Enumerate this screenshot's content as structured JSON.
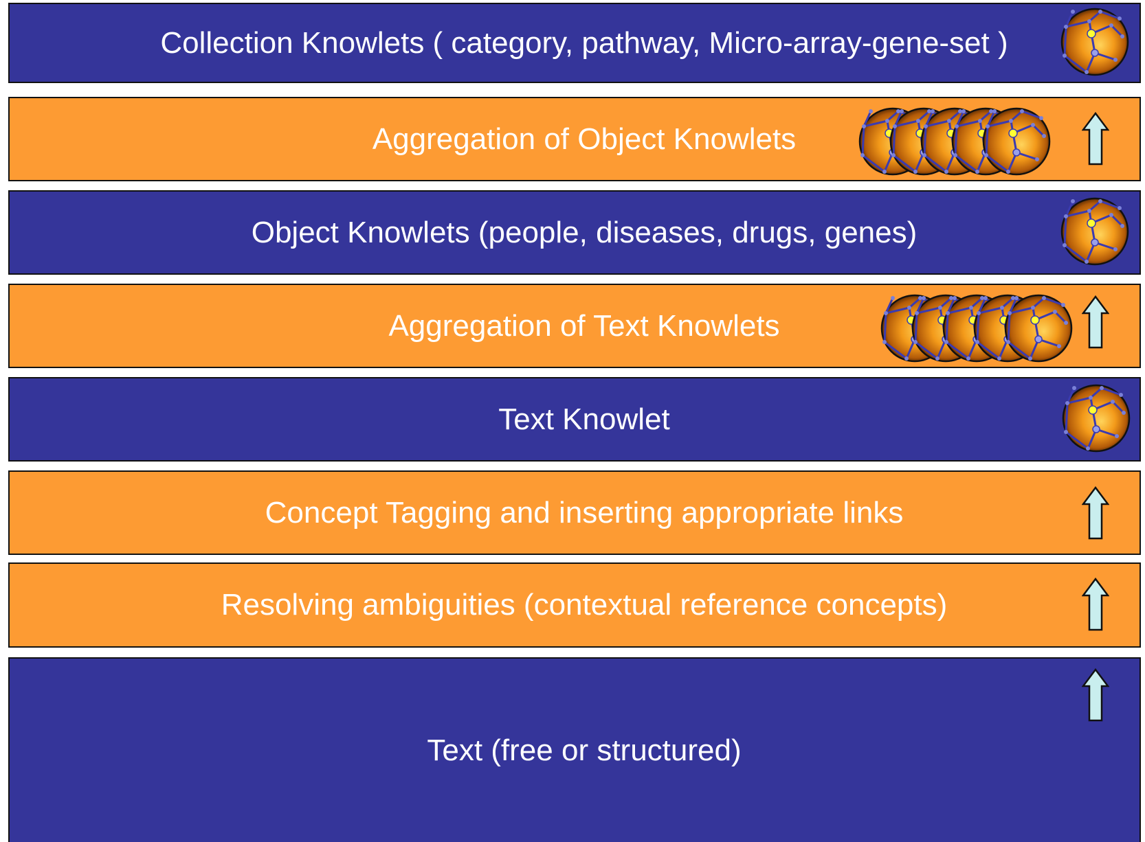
{
  "colors": {
    "blue_layer": "#35359a",
    "orange_layer": "#fd9b33",
    "arrow_fill": "#c9eeee",
    "knowlet_sphere": "#f39a1a",
    "knowlet_edges": "#3b3bb0",
    "knowlet_hub_node": "#ffff33"
  },
  "layers": [
    {
      "id": "collection",
      "label": "Collection Knowlets ( category, pathway, Micro-array-gene-set )",
      "color": "blue",
      "icon": "knowlet-sphere-icon"
    },
    {
      "id": "aggregation-object",
      "label": "Aggregation of Object Knowlets",
      "color": "orange",
      "icon": "knowlet-stack-icon",
      "arrow": "up-arrow-icon"
    },
    {
      "id": "object",
      "label": "Object Knowlets (people, diseases, drugs, genes)",
      "color": "blue",
      "icon": "knowlet-sphere-icon"
    },
    {
      "id": "aggregation-text",
      "label": "Aggregation of Text Knowlets",
      "color": "orange",
      "icon": "knowlet-stack-icon",
      "arrow": "up-arrow-icon"
    },
    {
      "id": "text-knowlet",
      "label": "Text Knowlet",
      "color": "blue",
      "icon": "knowlet-sphere-icon"
    },
    {
      "id": "concept-tagging",
      "label": "Concept Tagging and inserting appropriate links",
      "color": "orange",
      "arrow": "up-arrow-icon"
    },
    {
      "id": "resolving",
      "label": "Resolving ambiguities (contextual reference concepts)",
      "color": "orange",
      "arrow": "up-arrow-icon"
    },
    {
      "id": "text",
      "label": "Text (free or structured)",
      "color": "blue",
      "arrow": "up-arrow-icon"
    }
  ]
}
